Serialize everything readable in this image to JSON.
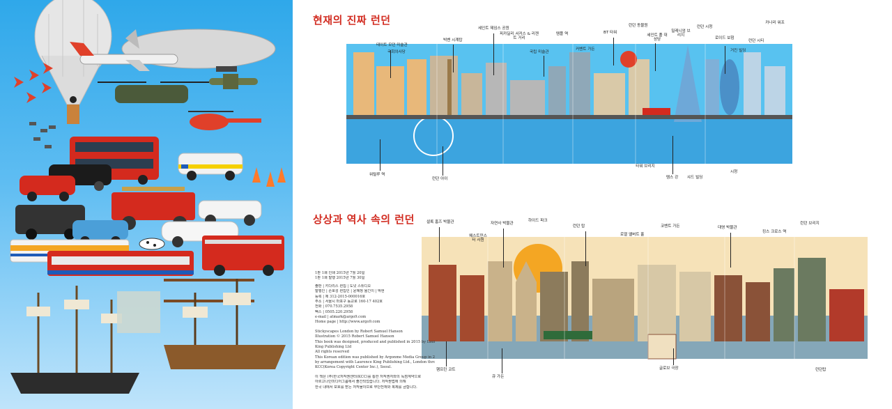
{
  "right_page": {
    "present_title": "현재의 진짜 런던",
    "history_title": "상상과 역사 속의 런던",
    "present_labels": [
      "테이트 모던 미술관",
      "국회의사당",
      "빅벤 시계탑",
      "세인트 제임스 공원",
      "피카딜리 서커스 & 리젠트 거리",
      "국립 미술관",
      "템플 역",
      "커벤트 가든",
      "BT 타워",
      "런던 동물원",
      "세인트 폴 대성당",
      "밀레니엄 브리지",
      "런던 시청",
      "로이드 보험",
      "거킨 빌딩",
      "런던 시티",
      "카나리 워프",
      "워털루 역",
      "런던 아이",
      "템스 강",
      "샤드 빌딩",
      "타워 브리지",
      "시청"
    ],
    "history_labels": [
      "셜록 홈즈 박물관",
      "웨스트민스터 사원",
      "자연사 박물관",
      "하이드 파크",
      "런던 탑",
      "로열 앨버트 홀",
      "코벤트 가든",
      "대영 박물관",
      "킹스 크로스 역",
      "런던 브리지",
      "햄프턴 코트",
      "큐 가든",
      "글로브 극장",
      "런던탑"
    ],
    "imprint_korean": [
      "1판 1쇄 인쇄 2015년 7월 20일",
      "1판 1쇄 발행 2015년 7월 30일",
      "출판 | 키다리스  편집 | 도넛 스튜디오",
      "발행인 | 손호성  편집인 | 윤혜정  옮긴이 | 박현",
      "등록 | 제 312-2015-000016호",
      "주소 | 서울시 마포구 동교로 160-17 402호",
      "전화 | 070.7535.2958",
      "팩스 | 0505.220.2958",
      "e-mail | atmark@argo9.com",
      "Home page | http://www.argo9.com"
    ],
    "imprint_english": [
      "Stickyscapes London by Robert Samuel Hanson",
      "Illustration © 2015 Robert Samuel Hanson",
      "This book was designed, produced and published in 2015 by Laurence",
      "King Publishing Ltd",
      "All rights reserved",
      "This Korean edition was published by Argonme Media Group in 2015",
      "by arrangement with Laurence King Publishing Ltd., London through",
      "KCC(Korea Copyright Center Inc.), Seoul."
    ],
    "imprint_notice": [
      "이 책은 (주)한국저작권센터(KCC)를 통한 저작권자와의 독점계약으로",
      "아르고나인미디어그룹에서 출간되었습니다. 저작권법에 의해",
      "한국 내에서 보호를 받는 저작물이므로 무단전재와 복제를 금합니다."
    ]
  },
  "colors": {
    "title_red": "#d22d22",
    "sky_blue": "#2fa8ea",
    "bus_red": "#d42a1e",
    "thames_blue": "#2a8fd4",
    "sunset": "#f4a623"
  }
}
